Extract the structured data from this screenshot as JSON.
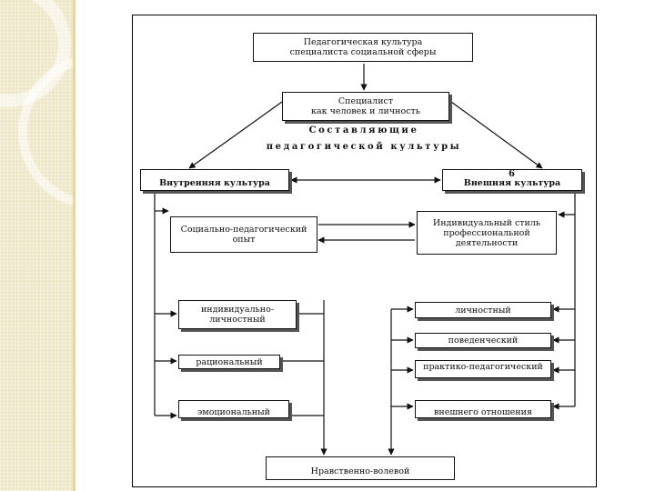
{
  "boxes": {
    "top": [
      "Педагогическая культура",
      "специалиста социальной сферы"
    ],
    "specialist": [
      "Специалист",
      "как человек и личность"
    ],
    "inner_culture": "Внутренняя культура",
    "outer_culture": "Внешняя культура",
    "social_experience": [
      "Социально-педагогический",
      "опыт"
    ],
    "individual_style": [
      "Индивидуальный стиль",
      "профессиональной",
      "деятельности"
    ],
    "individual_personal": [
      "индивидуально-",
      "личностный"
    ],
    "rational": "рациональный",
    "emotional": "эмоциональный",
    "personal": "личностный",
    "behavioral": "поведенческий",
    "practical": "практико-педагогический",
    "relations": "внешнего отношения",
    "bottom": "Нравственно-волевой"
  },
  "labels": {
    "components": [
      "Составляющие",
      "педагогической культуры"
    ],
    "page_number": "6"
  }
}
